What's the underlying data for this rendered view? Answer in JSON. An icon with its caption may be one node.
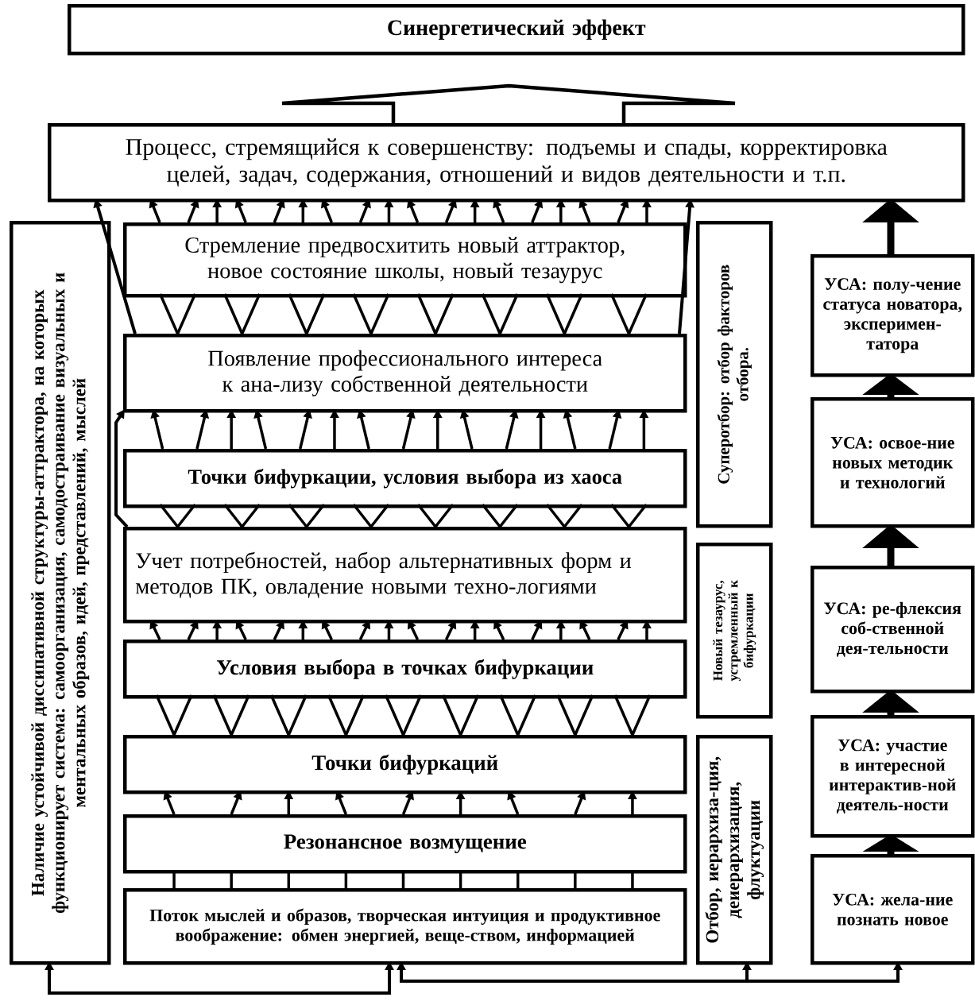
{
  "diagram": {
    "nodes": [
      {
        "text": [
          "Синергетический эффект"
        ]
      },
      {
        "text": [
          "Процесс, стремящийся к совершенству: подъемы и спады, корректировка целей, задач, содержания, отношений и видов деятельности и т.п."
        ]
      },
      {
        "text": [
          "Стремление предвосхитить новый аттрактор, новое состояние школы, новый тезаурус"
        ]
      },
      {
        "text": [
          "Появление профессионального интереса к ана-лизу собственной деятельности"
        ]
      },
      {
        "text": [
          "Точки бифуркации, условия выбора из хаоса"
        ]
      },
      {
        "text": [
          "Учет потребностей, набор альтернативных форм и методов ПК, овладение новыми техно-логиями"
        ]
      },
      {
        "text": [
          "Условия выбора в точках бифуркации"
        ]
      },
      {
        "text": [
          "Точки бифуркаций"
        ]
      },
      {
        "text": [
          "Резонансное возмущение"
        ]
      },
      {
        "text": [
          "Поток мыслей и образов, творческая интуиция и продуктивное воображение: обмен энергией, веще-ством, информацией"
        ]
      },
      {
        "text": [
          "Наличие устойчивой диссипативной структуры-аттрактора, на которых функционирует система: самоорганизация, самодостраивание визуальных и ментальных образов, идей, представлений, мыслей"
        ]
      },
      {
        "text": [
          "Суперотбор: отбор факторов отбора."
        ]
      },
      {
        "text": [
          "Новый тезаурус, устремленный к бифуркации"
        ]
      },
      {
        "text": [
          "Отбор, иерархиза-ция, деиерархизация, флуктуации"
        ]
      },
      {
        "text": [
          "УСА: жела-ние познать новое"
        ]
      },
      {
        "text": [
          "УСА: участие в интересной интерактив-ной деятель-ности"
        ]
      },
      {
        "text": [
          "УСА: ре-флексия соб-ственной дея-тельности"
        ]
      },
      {
        "text": [
          "УСА: освое-ние новых методик и технологий"
        ]
      },
      {
        "text": [
          "УСА: полу-чение статуса новатора, эксперимен-татора"
        ]
      }
    ],
    "edges": [
      {
        "from": 1,
        "to": 0,
        "arrow": "to",
        "style": "thick"
      },
      {
        "from": 18,
        "to": 1,
        "arrow": "to",
        "style": "thick"
      },
      {
        "from": 17,
        "to": 18,
        "arrow": "to",
        "style": "thick"
      },
      {
        "from": 16,
        "to": 17,
        "arrow": "to",
        "style": "thick"
      },
      {
        "from": 15,
        "to": 16,
        "arrow": "to",
        "style": "thick"
      },
      {
        "from": 14,
        "to": 15,
        "arrow": "to",
        "style": "thick"
      },
      {
        "from": 3,
        "to": 1,
        "arrow": "to"
      },
      {
        "from": 3,
        "to": 1,
        "arrow": "to"
      },
      {
        "from": 5,
        "to": 3,
        "arrow": "to"
      },
      {
        "from": 9,
        "to": 10,
        "arrow": "both"
      },
      {
        "from": 9,
        "to": 13,
        "arrow": "both"
      },
      {
        "from": 9,
        "to": 14,
        "arrow": "to"
      },
      {
        "from": 2,
        "to": 1,
        "arrow": "to"
      },
      {
        "from": 2,
        "to": 1,
        "arrow": "to"
      },
      {
        "from": 2,
        "to": 1,
        "arrow": "to"
      },
      {
        "from": 2,
        "to": 1,
        "arrow": "to"
      },
      {
        "from": 2,
        "to": 1,
        "arrow": "to"
      },
      {
        "from": 2,
        "to": 1,
        "arrow": "to"
      },
      {
        "from": 2,
        "to": 1,
        "arrow": "to"
      },
      {
        "from": 2,
        "to": 1,
        "arrow": "to"
      },
      {
        "from": 2,
        "to": 1,
        "arrow": "to"
      },
      {
        "from": 2,
        "to": 1,
        "arrow": "to"
      },
      {
        "from": 2,
        "to": 1,
        "arrow": "to"
      },
      {
        "from": 2,
        "to": 1,
        "arrow": "to"
      },
      {
        "from": 2,
        "to": 1,
        "arrow": "to"
      },
      {
        "from": 2,
        "to": 1,
        "arrow": "to"
      },
      {
        "from": 2,
        "to": 1,
        "arrow": "to"
      },
      {
        "from": 2,
        "to": 1,
        "arrow": "to"
      },
      {
        "from": 2,
        "to": 1,
        "arrow": "to"
      },
      {
        "from": 2,
        "to": 1,
        "arrow": "to"
      },
      {
        "from": 3,
        "to": 2,
        "arrow": "none"
      },
      {
        "from": 3,
        "to": 2,
        "arrow": "none"
      },
      {
        "from": 3,
        "to": 2,
        "arrow": "none"
      },
      {
        "from": 3,
        "to": 2,
        "arrow": "none"
      },
      {
        "from": 3,
        "to": 2,
        "arrow": "none"
      },
      {
        "from": 3,
        "to": 2,
        "arrow": "none"
      },
      {
        "from": 3,
        "to": 2,
        "arrow": "none"
      },
      {
        "from": 3,
        "to": 2,
        "arrow": "none"
      },
      {
        "from": 3,
        "to": 2,
        "arrow": "none"
      },
      {
        "from": 3,
        "to": 2,
        "arrow": "none"
      },
      {
        "from": 3,
        "to": 2,
        "arrow": "none"
      },
      {
        "from": 3,
        "to": 2,
        "arrow": "none"
      },
      {
        "from": 3,
        "to": 2,
        "arrow": "none"
      },
      {
        "from": 3,
        "to": 2,
        "arrow": "none"
      },
      {
        "from": 3,
        "to": 2,
        "arrow": "none"
      },
      {
        "from": 3,
        "to": 2,
        "arrow": "none"
      },
      {
        "from": 4,
        "to": 3,
        "arrow": "to"
      },
      {
        "from": 4,
        "to": 3,
        "arrow": "to"
      },
      {
        "from": 4,
        "to": 3,
        "arrow": "to"
      },
      {
        "from": 4,
        "to": 3,
        "arrow": "to"
      },
      {
        "from": 4,
        "to": 3,
        "arrow": "to"
      },
      {
        "from": 4,
        "to": 3,
        "arrow": "to"
      },
      {
        "from": 4,
        "to": 3,
        "arrow": "to"
      },
      {
        "from": 4,
        "to": 3,
        "arrow": "to"
      },
      {
        "from": 4,
        "to": 3,
        "arrow": "to"
      },
      {
        "from": 4,
        "to": 3,
        "arrow": "to"
      },
      {
        "from": 4,
        "to": 3,
        "arrow": "to"
      },
      {
        "from": 4,
        "to": 3,
        "arrow": "to"
      },
      {
        "from": 4,
        "to": 3,
        "arrow": "to"
      },
      {
        "from": 4,
        "to": 3,
        "arrow": "to"
      },
      {
        "from": 4,
        "to": 3,
        "arrow": "to"
      },
      {
        "from": 5,
        "to": 4,
        "arrow": "none"
      },
      {
        "from": 5,
        "to": 4,
        "arrow": "none"
      },
      {
        "from": 5,
        "to": 4,
        "arrow": "none"
      },
      {
        "from": 5,
        "to": 4,
        "arrow": "none"
      },
      {
        "from": 5,
        "to": 4,
        "arrow": "none"
      },
      {
        "from": 5,
        "to": 4,
        "arrow": "none"
      },
      {
        "from": 5,
        "to": 4,
        "arrow": "none"
      },
      {
        "from": 5,
        "to": 4,
        "arrow": "none"
      },
      {
        "from": 5,
        "to": 4,
        "arrow": "none"
      },
      {
        "from": 5,
        "to": 4,
        "arrow": "none"
      },
      {
        "from": 5,
        "to": 4,
        "arrow": "none"
      },
      {
        "from": 5,
        "to": 4,
        "arrow": "none"
      },
      {
        "from": 5,
        "to": 4,
        "arrow": "none"
      },
      {
        "from": 5,
        "to": 4,
        "arrow": "none"
      },
      {
        "from": 5,
        "to": 4,
        "arrow": "none"
      },
      {
        "from": 5,
        "to": 4,
        "arrow": "none"
      },
      {
        "from": 6,
        "to": 5,
        "arrow": "to"
      },
      {
        "from": 6,
        "to": 5,
        "arrow": "to"
      },
      {
        "from": 6,
        "to": 5,
        "arrow": "to"
      },
      {
        "from": 6,
        "to": 5,
        "arrow": "to"
      },
      {
        "from": 6,
        "to": 5,
        "arrow": "to"
      },
      {
        "from": 6,
        "to": 5,
        "arrow": "to"
      },
      {
        "from": 6,
        "to": 5,
        "arrow": "to"
      },
      {
        "from": 6,
        "to": 5,
        "arrow": "to"
      },
      {
        "from": 6,
        "to": 5,
        "arrow": "to"
      },
      {
        "from": 6,
        "to": 5,
        "arrow": "to"
      },
      {
        "from": 6,
        "to": 5,
        "arrow": "to"
      },
      {
        "from": 6,
        "to": 5,
        "arrow": "to"
      },
      {
        "from": 6,
        "to": 5,
        "arrow": "to"
      },
      {
        "from": 6,
        "to": 5,
        "arrow": "to"
      },
      {
        "from": 6,
        "to": 5,
        "arrow": "to"
      },
      {
        "from": 6,
        "to": 5,
        "arrow": "to"
      },
      {
        "from": 6,
        "to": 5,
        "arrow": "to"
      },
      {
        "from": 6,
        "to": 5,
        "arrow": "to"
      },
      {
        "from": 7,
        "to": 6,
        "arrow": "none"
      },
      {
        "from": 7,
        "to": 6,
        "arrow": "none"
      },
      {
        "from": 7,
        "to": 6,
        "arrow": "none"
      },
      {
        "from": 7,
        "to": 6,
        "arrow": "none"
      },
      {
        "from": 7,
        "to": 6,
        "arrow": "none"
      },
      {
        "from": 7,
        "to": 6,
        "arrow": "none"
      },
      {
        "from": 7,
        "to": 6,
        "arrow": "none"
      },
      {
        "from": 7,
        "to": 6,
        "arrow": "none"
      },
      {
        "from": 7,
        "to": 6,
        "arrow": "none"
      },
      {
        "from": 7,
        "to": 6,
        "arrow": "none"
      },
      {
        "from": 7,
        "to": 6,
        "arrow": "none"
      },
      {
        "from": 7,
        "to": 6,
        "arrow": "none"
      },
      {
        "from": 7,
        "to": 6,
        "arrow": "none"
      },
      {
        "from": 7,
        "to": 6,
        "arrow": "none"
      },
      {
        "from": 7,
        "to": 6,
        "arrow": "none"
      },
      {
        "from": 7,
        "to": 6,
        "arrow": "none"
      },
      {
        "from": 7,
        "to": 6,
        "arrow": "none"
      },
      {
        "from": 7,
        "to": 6,
        "arrow": "none"
      },
      {
        "from": 8,
        "to": 7,
        "arrow": "to"
      },
      {
        "from": 8,
        "to": 7,
        "arrow": "to"
      },
      {
        "from": 8,
        "to": 7,
        "arrow": "to"
      },
      {
        "from": 8,
        "to": 7,
        "arrow": "to"
      },
      {
        "from": 8,
        "to": 7,
        "arrow": "to"
      },
      {
        "from": 8,
        "to": 7,
        "arrow": "to"
      },
      {
        "from": 8,
        "to": 7,
        "arrow": "to"
      },
      {
        "from": 8,
        "to": 7,
        "arrow": "to"
      },
      {
        "from": 8,
        "to": 7,
        "arrow": "to"
      },
      {
        "from": 9,
        "to": 8,
        "arrow": "none"
      },
      {
        "from": 9,
        "to": 8,
        "arrow": "none"
      },
      {
        "from": 9,
        "to": 8,
        "arrow": "none"
      },
      {
        "from": 9,
        "to": 8,
        "arrow": "none"
      },
      {
        "from": 9,
        "to": 8,
        "arrow": "none"
      },
      {
        "from": 9,
        "to": 8,
        "arrow": "none"
      },
      {
        "from": 9,
        "to": 8,
        "arrow": "none"
      },
      {
        "from": 9,
        "to": 8,
        "arrow": "none"
      },
      {
        "from": 9,
        "to": 8,
        "arrow": "none"
      }
    ]
  }
}
